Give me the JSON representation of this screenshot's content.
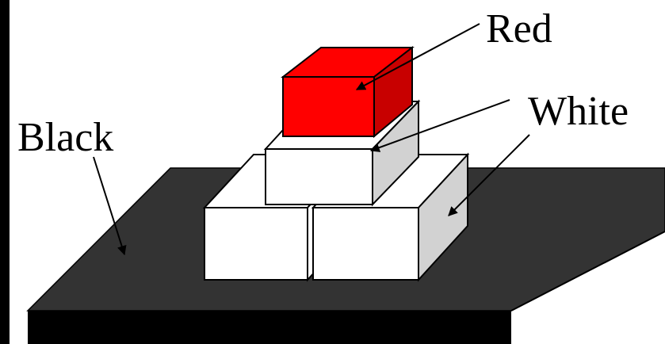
{
  "labels": {
    "red": "Red",
    "white": "White",
    "black": "Black"
  },
  "colors": {
    "red_block": "#ff0000",
    "red_side": "#c80000",
    "white_block": "#ffffff",
    "white_side": "#d2d2d2",
    "table_top": "#333333",
    "table_front": "#000000",
    "outline": "#000000"
  }
}
